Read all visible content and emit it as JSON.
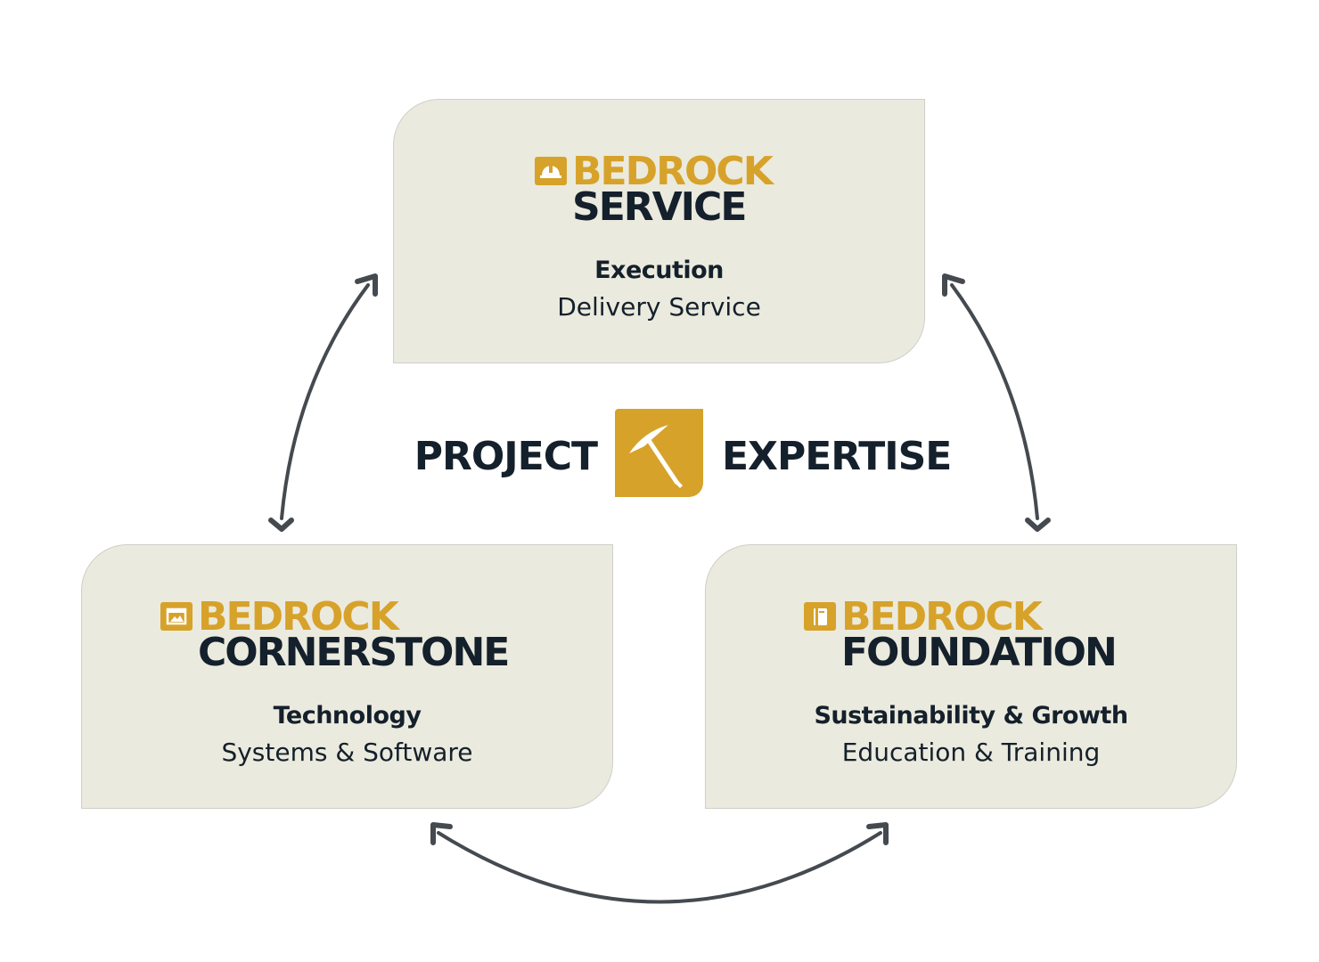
{
  "center": {
    "left_word": "PROJECT",
    "right_word": "EXPERTISE",
    "mark_icon": "pickaxe-icon"
  },
  "cards": {
    "service": {
      "brand_top": "BEDROCK",
      "brand_bottom": "SERVICE",
      "brand_icon": "hard-hat-icon",
      "title": "Execution",
      "subtitle": "Delivery Service"
    },
    "cornerstone": {
      "brand_top": "BEDROCK",
      "brand_bottom": "CORNERSTONE",
      "brand_icon": "image-frame-icon",
      "title": "Technology",
      "subtitle": "Systems & Software"
    },
    "foundation": {
      "brand_top": "BEDROCK",
      "brand_bottom": "FOUNDATION",
      "brand_icon": "book-icon",
      "title": "Sustainability & Growth",
      "subtitle": "Education & Training"
    }
  },
  "colors": {
    "gold": "#d7a22a",
    "navy": "#14202b",
    "card_bg": "#ebeade",
    "arrow": "#454a50"
  }
}
